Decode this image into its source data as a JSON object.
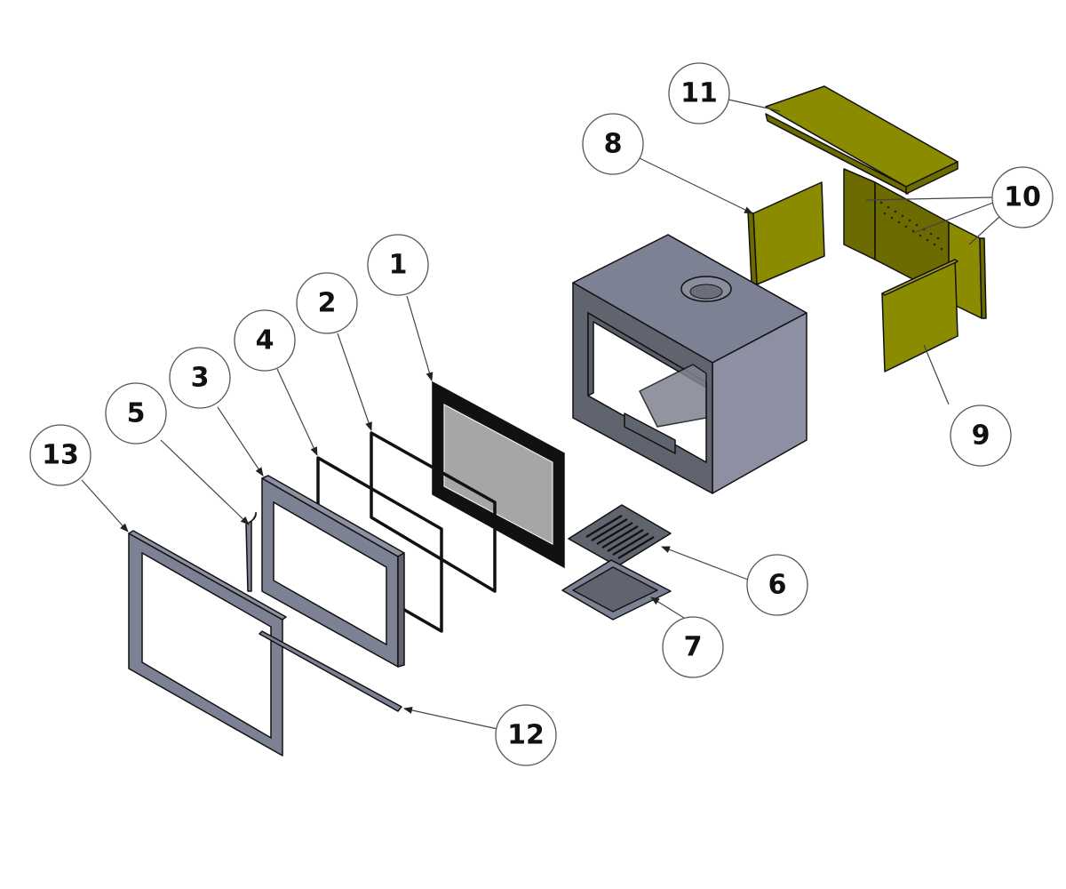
{
  "diagram": {
    "type": "exploded-parts-view",
    "colors": {
      "steel": "#7d8194",
      "refractory": "#8b8b00",
      "glass": "#a6a6a6",
      "door_frame": "#111111",
      "background": "#ffffff"
    },
    "callouts": [
      {
        "id": "1",
        "label": "1",
        "part": "door-glass-panel"
      },
      {
        "id": "2",
        "label": "2",
        "part": "glass-gasket-outer"
      },
      {
        "id": "3",
        "label": "3",
        "part": "door-frame"
      },
      {
        "id": "4",
        "label": "4",
        "part": "glass-gasket-inner"
      },
      {
        "id": "5",
        "label": "5",
        "part": "door-handle"
      },
      {
        "id": "6",
        "label": "6",
        "part": "grate"
      },
      {
        "id": "7",
        "label": "7",
        "part": "ash-pan"
      },
      {
        "id": "8",
        "label": "8",
        "part": "side-brick-left"
      },
      {
        "id": "9",
        "label": "9",
        "part": "side-brick-right"
      },
      {
        "id": "10",
        "label": "10",
        "part": "rear-bricks"
      },
      {
        "id": "11",
        "label": "11",
        "part": "baffle-plate"
      },
      {
        "id": "12",
        "label": "12",
        "part": "bottom-trim-bar"
      },
      {
        "id": "13",
        "label": "13",
        "part": "outer-surround-frame"
      }
    ]
  }
}
